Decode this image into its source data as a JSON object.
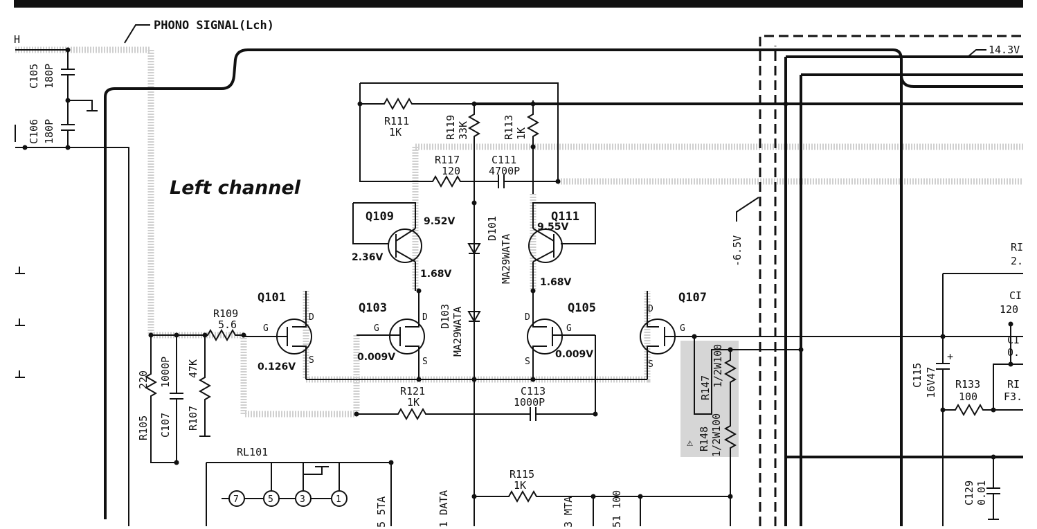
{
  "header": {
    "phono_signal": "PHONO SIGNAL(Lch)",
    "voltage_top": "14.3V",
    "edge_h": "H"
  },
  "annotation": {
    "channel": "Left channel"
  },
  "components": {
    "c105": {
      "ref": "C105",
      "value": "180P"
    },
    "c106": {
      "ref": "C106",
      "value": "180P"
    },
    "r111": {
      "ref": "R111",
      "value": "1K"
    },
    "r119": {
      "ref": "R119",
      "value": "33K"
    },
    "r113": {
      "ref": "R113",
      "value": "1K"
    },
    "r117": {
      "ref": "R117",
      "value": "120"
    },
    "c111": {
      "ref": "C111",
      "value": "4700P"
    },
    "q109": {
      "ref": "Q109"
    },
    "q111": {
      "ref": "Q111"
    },
    "d101": {
      "ref": "D101",
      "value": "MA29WATA"
    },
    "d103": {
      "ref": "D103",
      "value": "MA29WATA"
    },
    "q101": {
      "ref": "Q101"
    },
    "q103": {
      "ref": "Q103"
    },
    "q105": {
      "ref": "Q105"
    },
    "q107": {
      "ref": "Q107"
    },
    "r109": {
      "ref": "R109",
      "value": "5.6"
    },
    "r105": {
      "ref": "R105",
      "value": "220"
    },
    "c107": {
      "ref": "C107",
      "value": "1000P"
    },
    "r107": {
      "ref": "R107",
      "value": "47K"
    },
    "r121": {
      "ref": "R121",
      "value": "1K"
    },
    "c113": {
      "ref": "C113",
      "value": "1000P"
    },
    "r147": {
      "ref": "R147",
      "value": "1/2W100"
    },
    "r148": {
      "ref": "R148",
      "value": "1/2W100"
    },
    "rl101": {
      "ref": "RL101"
    },
    "r115": {
      "ref": "R115",
      "value": "1K"
    },
    "c115": {
      "ref": "C115",
      "value": "16V47"
    },
    "r133": {
      "ref": "R133",
      "value": "100"
    },
    "c129": {
      "ref": "C129",
      "value": "0.01"
    }
  },
  "voltages": {
    "q109_c": "9.52V",
    "q109_b": "2.36V",
    "q111_c": "9.55V",
    "q109_e": "1.68V",
    "q111_e": "1.68V",
    "q101_s": "0.126V",
    "q103_g": "0.009V",
    "q105_g": "0.009V",
    "rail_neg": "-6.5V"
  },
  "pins": {
    "d": "D",
    "g": "G",
    "s": "S"
  },
  "relay_pins": [
    "7",
    "5",
    "3",
    "1"
  ],
  "partial_labels": {
    "r_right": "RI",
    "r_right_val": "2.",
    "c_right1": "CI",
    "c_right1_val": "120",
    "c_right2": "CI",
    "c_right2_val": "0.",
    "r_right2": "RI",
    "r_right2_val": "F3.",
    "bottom_mta": "3 MTA",
    "bottom_data": "1 DATA",
    "bottom_r": "51 100",
    "bottom_ta": "5 5TA"
  }
}
